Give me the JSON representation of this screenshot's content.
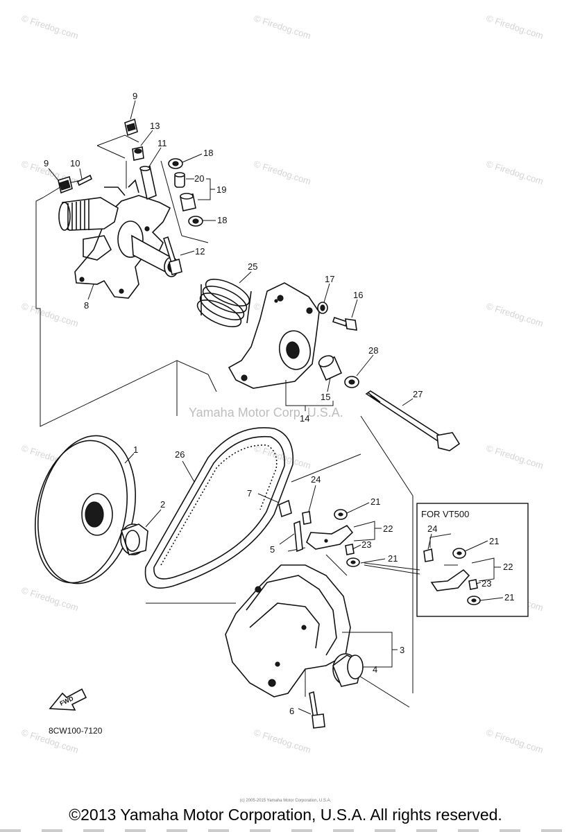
{
  "diagram": {
    "center_watermark": "Yamaha Motor Corp, U.S.A.",
    "site_watermark": "© Firedog.com",
    "drawing_code": "8CW100-7120",
    "inset_title": "FOR VT500",
    "fwd_label": "FWD",
    "parts": {
      "p1": "1",
      "p2": "2",
      "p3": "3",
      "p4": "4",
      "p5": "5",
      "p6": "6",
      "p7": "7",
      "p8": "8",
      "p9": "9",
      "p10": "10",
      "p11": "11",
      "p12": "12",
      "p13": "13",
      "p14": "14",
      "p15": "15",
      "p16": "16",
      "p17": "17",
      "p18": "18",
      "p19": "19",
      "p20": "20",
      "p21": "21",
      "p22": "22",
      "p23": "23",
      "p24": "24",
      "p25": "25",
      "p26": "26",
      "p27": "27",
      "p28": "28"
    }
  },
  "footer": {
    "copyright": "©2013 Yamaha Motor Corporation, U.S.A. All rights reserved.",
    "fine_print": "(c) 2005-2015 Yamaha Motor Corporation, U.S.A."
  }
}
